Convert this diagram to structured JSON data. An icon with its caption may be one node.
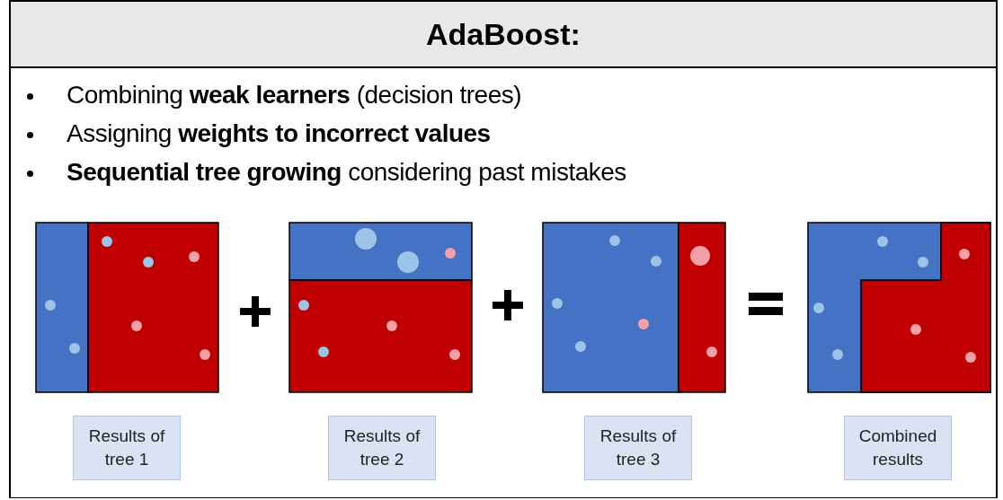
{
  "diagram": {
    "title": "AdaBoost:",
    "nodes": [
      {
        "text": [
          "Results of tree 1"
        ]
      },
      {
        "text": [
          "Results of tree 2"
        ]
      },
      {
        "text": [
          "Results of tree 3"
        ]
      },
      {
        "text": [
          "Combined results"
        ]
      }
    ],
    "labels": [
      "Combining **weak learners** (decision trees)",
      "Assigning **weights to incorrect values**",
      "**Sequential tree growing** considering past mistakes"
    ]
  }
}
